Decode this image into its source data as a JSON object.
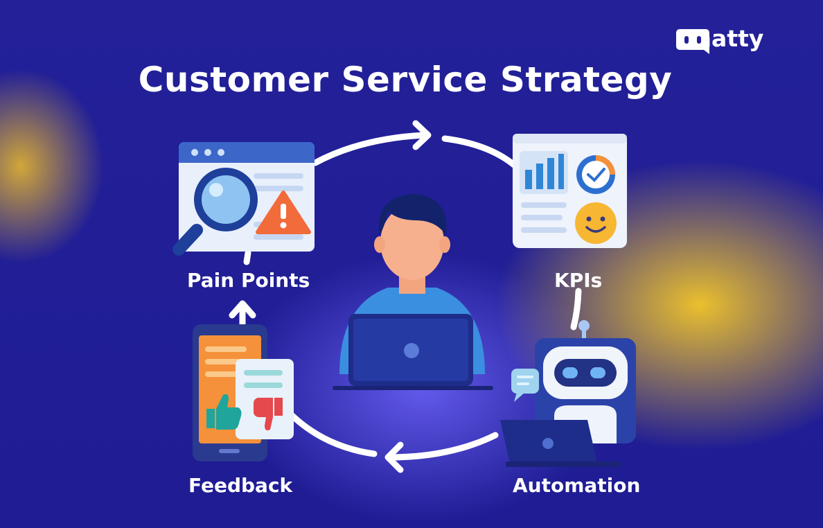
{
  "title": "Customer Service Strategy",
  "logo": {
    "name": "chatty",
    "icon": "chat-bubble-icon"
  },
  "stages": {
    "pain_points": "Pain Points",
    "kpis": "KPIs",
    "feedback": "Feedback",
    "automation": "Automation"
  },
  "colors": {
    "background": "#211e96",
    "accent_yellow": "#f5c828",
    "text": "#ffffff",
    "arrow": "#ffffff",
    "alert_orange": "#f26b3a",
    "phone_orange": "#f5913a",
    "thumbs_up": "#1fa59c",
    "thumbs_down": "#e5484d"
  }
}
